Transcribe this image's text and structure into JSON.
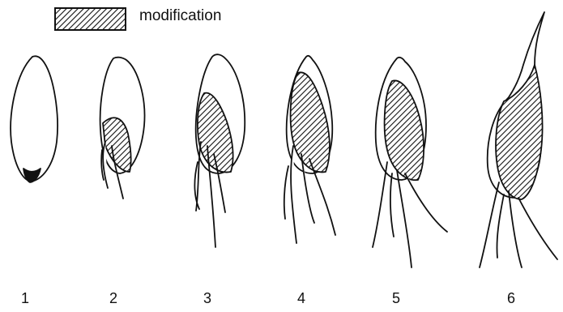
{
  "legend": {
    "label": "modification",
    "swatch": "hatched"
  },
  "stages": [
    {
      "label": "1"
    },
    {
      "label": "2"
    },
    {
      "label": "3"
    },
    {
      "label": "4"
    },
    {
      "label": "5"
    },
    {
      "label": "6"
    }
  ],
  "colors": {
    "ink": "#111111",
    "paper": "#ffffff"
  }
}
